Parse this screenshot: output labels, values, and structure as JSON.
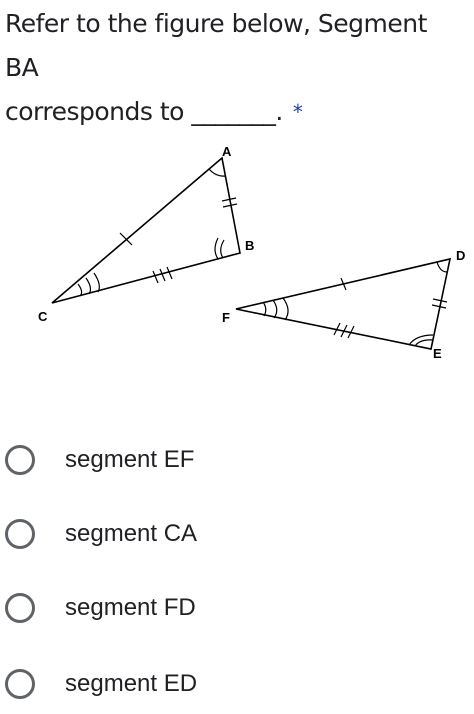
{
  "question": {
    "line1": "Refer to the figure below, Segment BA",
    "line2": "corresponds to _______.",
    "required_marker": "*"
  },
  "figure": {
    "labels": {
      "A": "A",
      "B": "B",
      "C": "C",
      "D": "D",
      "E": "E",
      "F": "F"
    }
  },
  "options": [
    {
      "label": "segment EF"
    },
    {
      "label": "segment CA"
    },
    {
      "label": "segment FD"
    },
    {
      "label": "segment ED"
    }
  ],
  "colors": {
    "text": "#202124",
    "required": "#1a3fa8",
    "radio_border": "#5f6368"
  }
}
